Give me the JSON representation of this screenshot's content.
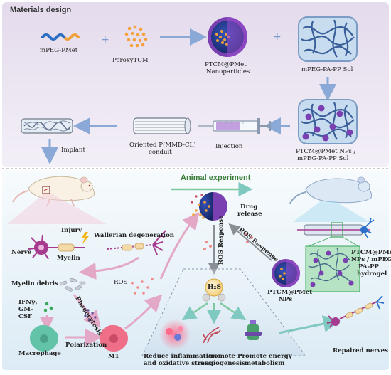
{
  "sections": {
    "top_title": "Materials design",
    "bottom_title": "Animal experiment"
  },
  "materials": {
    "mpeg_pmet": "mPEG-PMet",
    "peroxytcm": "PeroxyTCM",
    "nanoparticles_line1": "PTCM@PMet",
    "nanoparticles_line2": "Nanoparticles",
    "sol": "mPEG-PA-PP Sol",
    "nps_sol_line1": "PTCM@PMet NPs /",
    "nps_sol_line2": "mPEG-PA-PP Sol",
    "injection": "Injection",
    "conduit_line1": "Oriented P(MMD-CL)",
    "conduit_line2": "conduit",
    "implant": "Implant"
  },
  "animal": {
    "injury": "Injury",
    "wallerian": "Wallerian degeneration",
    "nerve": "Nerve",
    "myelin": "Myelin",
    "myelin_debris": "Myelin debris",
    "phagocytosis": "Phagocytosis",
    "ifn_line1": "IFNγ,",
    "ifn_line2": "GM-",
    "ifn_line3": "CSF",
    "macrophage": "Macrophage",
    "polarization": "Polarization",
    "m1": "M1",
    "ros": "ROS",
    "drug_release_line1": "Drug",
    "drug_release_line2": "release",
    "ros_response_1": "ROS Response",
    "ros_response_2": "ROS Response",
    "h2s": "H₂S",
    "ptcm_nps_line1": "PTCM@PMet",
    "ptcm_nps_line2": "NPs",
    "hydrogel_line1": "PTCM@PMet",
    "hydrogel_line2": "NPs / mPEG-",
    "hydrogel_line3": "PA-PP",
    "hydrogel_line4": "hydrogel",
    "reduce_line1": "Reduce inflammation",
    "reduce_line2": "and oxidative stress",
    "angio_line1": "Promote",
    "angio_line2": "angiogenesis",
    "energy_line1": "Promote energy",
    "energy_line2": "metabolism",
    "repaired": "Repaired nerves"
  },
  "colors": {
    "top_bg": "#ece6f1",
    "bottom_bg": "#e8f1f8",
    "title_green": "#3a7d3a",
    "arrow_blue": "#8aa9d6",
    "arrow_pink": "#e3a8c6",
    "arrow_teal": "#7fc9c0",
    "purple": "#7a3fb0",
    "blue_np": "#1f3a8f",
    "orange_dots": "#f0a03a",
    "neuron": "#a63a8f",
    "macrophage": "#e05a7a",
    "hydrogel_blue": "#8fb4d8"
  }
}
